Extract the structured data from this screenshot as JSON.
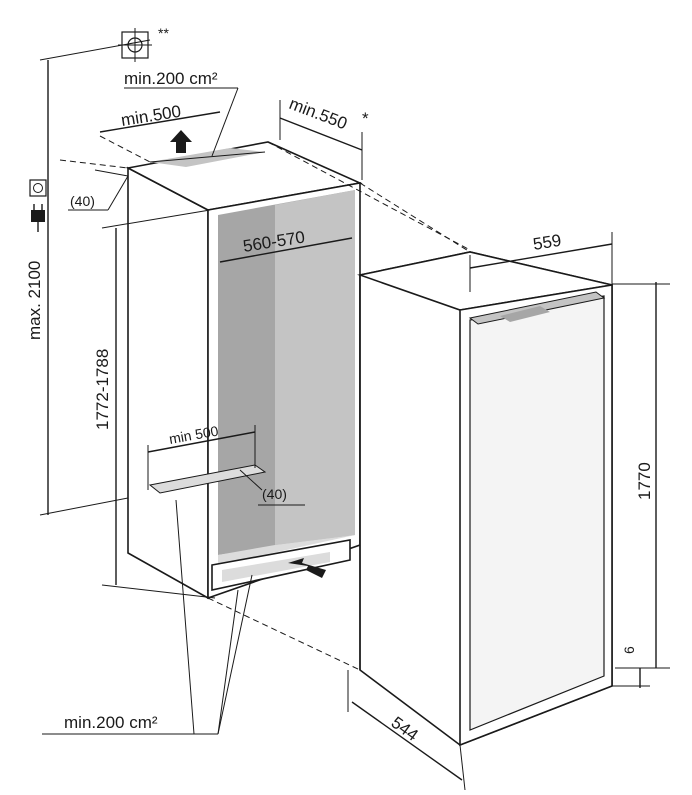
{
  "labels": {
    "min200_top": "min.200 cm²",
    "min500_top": "min.500",
    "min550": "min.550",
    "asterisk": "*",
    "double_asterisk": "**",
    "forty_top": "(40)",
    "range_width": "560-570",
    "max2100": "max. 2100",
    "height_range": "1772-1788",
    "min500_bottom": "min 500",
    "forty_bottom": "(40)",
    "min200_bottom": "min.200 cm²",
    "w559": "559",
    "h1770": "1770",
    "six": "6",
    "d544": "544"
  },
  "colors": {
    "line": "#1a1a1a",
    "niche_grey": "#a6a6a6",
    "niche_side": "#c4c4c4",
    "panel_light": "#dcdcdc"
  },
  "icons": [
    "gas-connection-icon",
    "socket-icon",
    "plug-icon",
    "airflow-arrow-icon"
  ]
}
